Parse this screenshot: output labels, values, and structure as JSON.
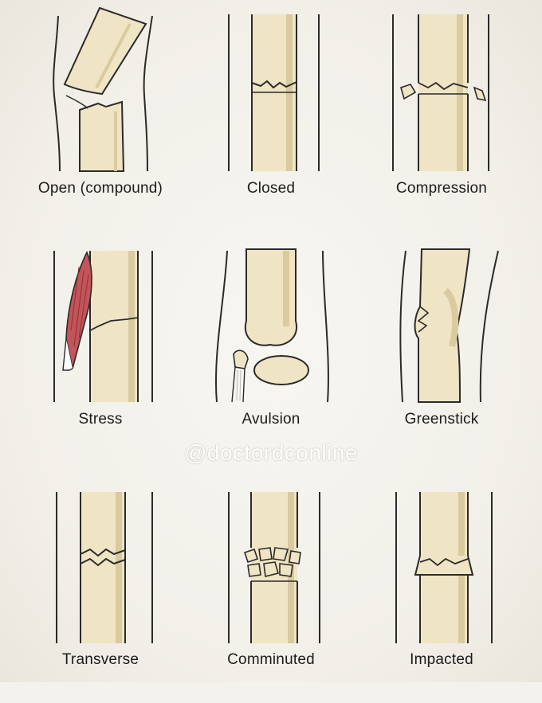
{
  "watermark": "@doctordconline",
  "fractures": [
    {
      "label": "Open (compound)",
      "icon": "open-fracture-illustration"
    },
    {
      "label": "Closed",
      "icon": "closed-fracture-illustration"
    },
    {
      "label": "Compression",
      "icon": "compression-fracture-illustration"
    },
    {
      "label": "Stress",
      "icon": "stress-fracture-illustration"
    },
    {
      "label": "Avulsion",
      "icon": "avulsion-fracture-illustration"
    },
    {
      "label": "Greenstick",
      "icon": "greenstick-fracture-illustration"
    },
    {
      "label": "Transverse",
      "icon": "transverse-fracture-illustration"
    },
    {
      "label": "Comminuted",
      "icon": "comminuted-fracture-illustration"
    },
    {
      "label": "Impacted",
      "icon": "impacted-fracture-illustration"
    }
  ],
  "colors": {
    "bone": "#efe4c4",
    "bone_shade": "#d9caa0",
    "outline": "#2a2a2a",
    "muscle": "#c2545a",
    "background": "#f4f2ec"
  }
}
